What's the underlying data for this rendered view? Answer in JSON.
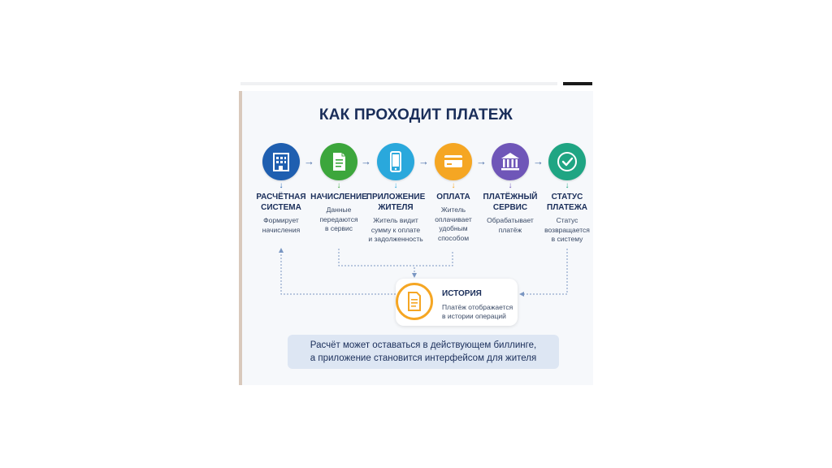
{
  "title": "КАК ПРОХОДИТ ПЛАТЕЖ",
  "arrow_glyph": "→",
  "down_glyph": "↓",
  "steps": [
    {
      "label": "РАСЧЁТНАЯ\nСИСТЕМА",
      "desc": "Формирует\nначисления",
      "color": "#1f5fb0",
      "icon": "building-icon"
    },
    {
      "label": "НАЧИСЛЕНИЕ",
      "desc": "Данные\nпередаются\nв сервис",
      "color": "#3ca63c",
      "icon": "document-icon"
    },
    {
      "label": "ПРИЛОЖЕНИЕ\nЖИТЕЛЯ",
      "desc": "Житель видит\nсумму к оплате\nи задолженность",
      "color": "#2aa8dc",
      "icon": "smartphone-icon"
    },
    {
      "label": "ОПЛАТА",
      "desc": "Житель\nоплачивает\nудобным\nспособом",
      "color": "#f5a623",
      "icon": "credit-card-icon"
    },
    {
      "label": "ПЛАТЁЖНЫЙ\nСЕРВИС",
      "desc": "Обрабатывает\nплатёж",
      "color": "#6f56b8",
      "icon": "bank-icon"
    },
    {
      "label": "СТАТУС\nПЛАТЕЖА",
      "desc": "Статус\nвозвращается\nв систему",
      "color": "#1fa583",
      "icon": "check-circle-icon"
    }
  ],
  "history": {
    "title": "ИСТОРИЯ",
    "text": "Платёж отображается\nв истории операций",
    "color": "#f5a623",
    "icon": "history-document-icon"
  },
  "note": "Расчёт может оставаться в действующем биллинге,\nа приложение становится интерфейсом для жителя",
  "accent": "#1a2e5a",
  "connector_color": "#7a96c2"
}
